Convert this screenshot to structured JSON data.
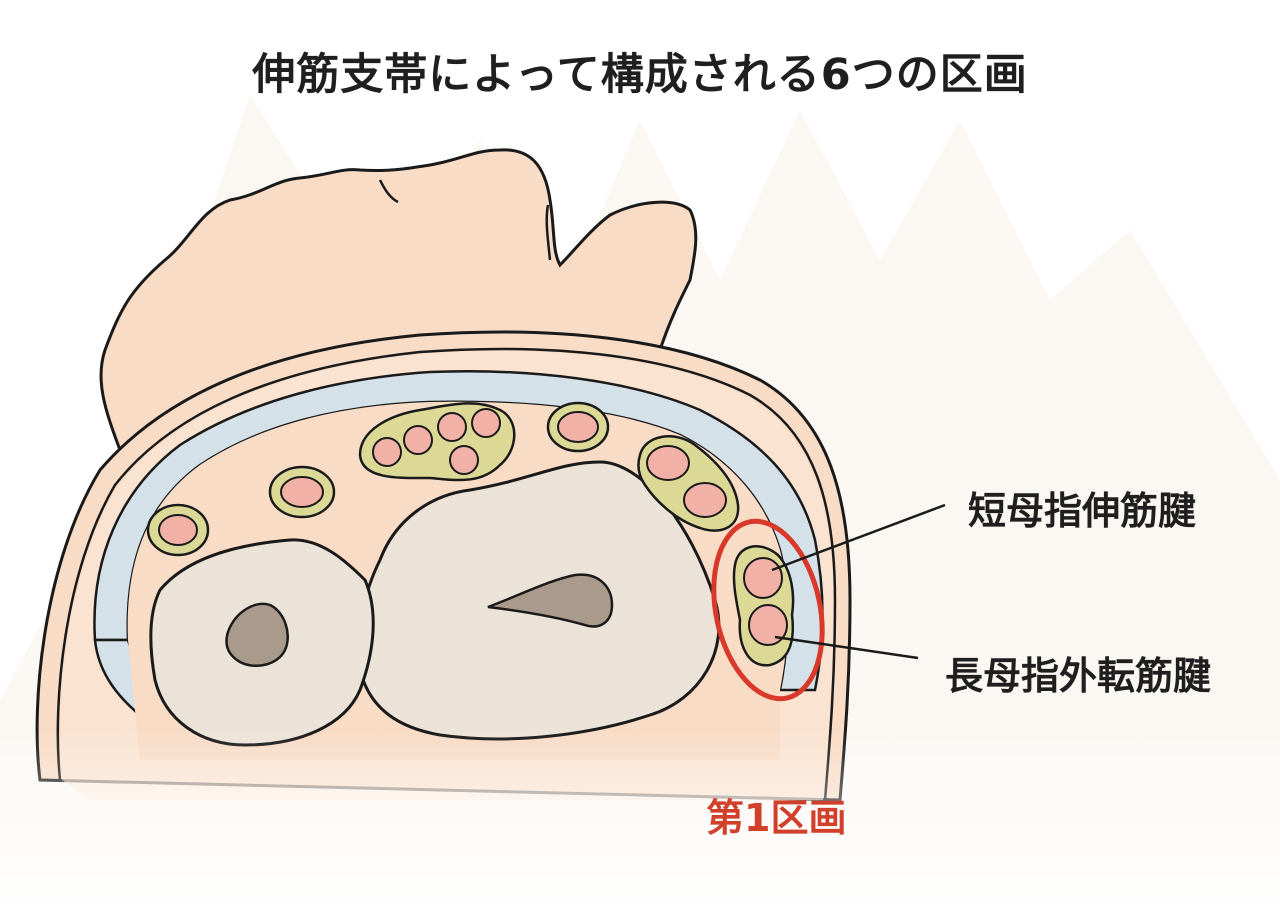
{
  "title": "伸筋支帯によって構成される6つの区画",
  "labels": {
    "tendon_upper": "短母指伸筋腱",
    "tendon_lower": "長母指外転筋腱",
    "compartment": "第1区画"
  },
  "colors": {
    "skin": "#f8dcc6",
    "skin_light": "#fbe7d8",
    "retinaculum": "#d5e1e8",
    "bone": "#ece3d8",
    "marrow": "#a99a8b",
    "sheath": "#dcd896",
    "tendon": "#f2b1a6",
    "highlight": "#d9392b",
    "outline": "#1a1a1a"
  }
}
